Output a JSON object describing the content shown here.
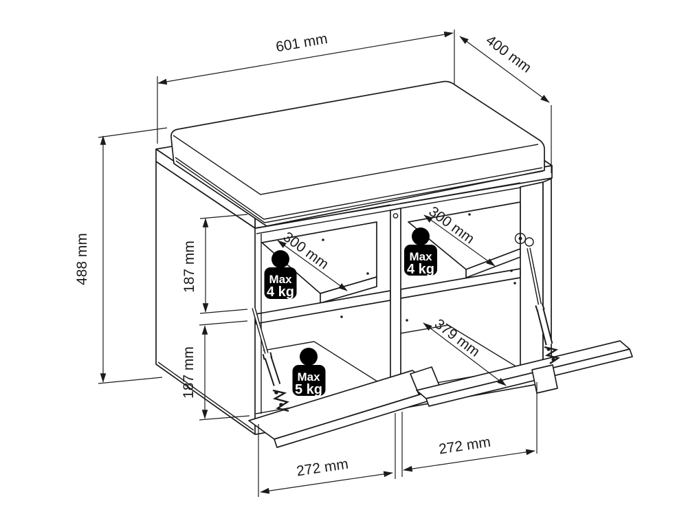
{
  "drawing": {
    "kind": "furniture dimension drawing",
    "subject": "shoe storage bench with seat cushion, two tilting shelves and two drop-down flap doors with gas struts"
  },
  "dims": {
    "width": "601 mm",
    "depth": "400 mm",
    "height": "488 mm",
    "upper_inner": "187 mm",
    "lower_inner": "187 mm",
    "shelf_left": "300 mm",
    "shelf_right": "300 mm",
    "door": "379 mm",
    "bottom_left": "272 mm",
    "bottom_right": "272 mm"
  },
  "badges": {
    "shelf_left": {
      "l1": "Max",
      "l2": "4 kg"
    },
    "shelf_right": {
      "l1": "Max",
      "l2": "4 kg"
    },
    "bottom": {
      "l1": "Max",
      "l2": "5 kg"
    }
  },
  "colors": {
    "line": "#1b1b1b",
    "background": "#ffffff",
    "badge_bg": "#000000",
    "badge_text": "#ffffff"
  }
}
